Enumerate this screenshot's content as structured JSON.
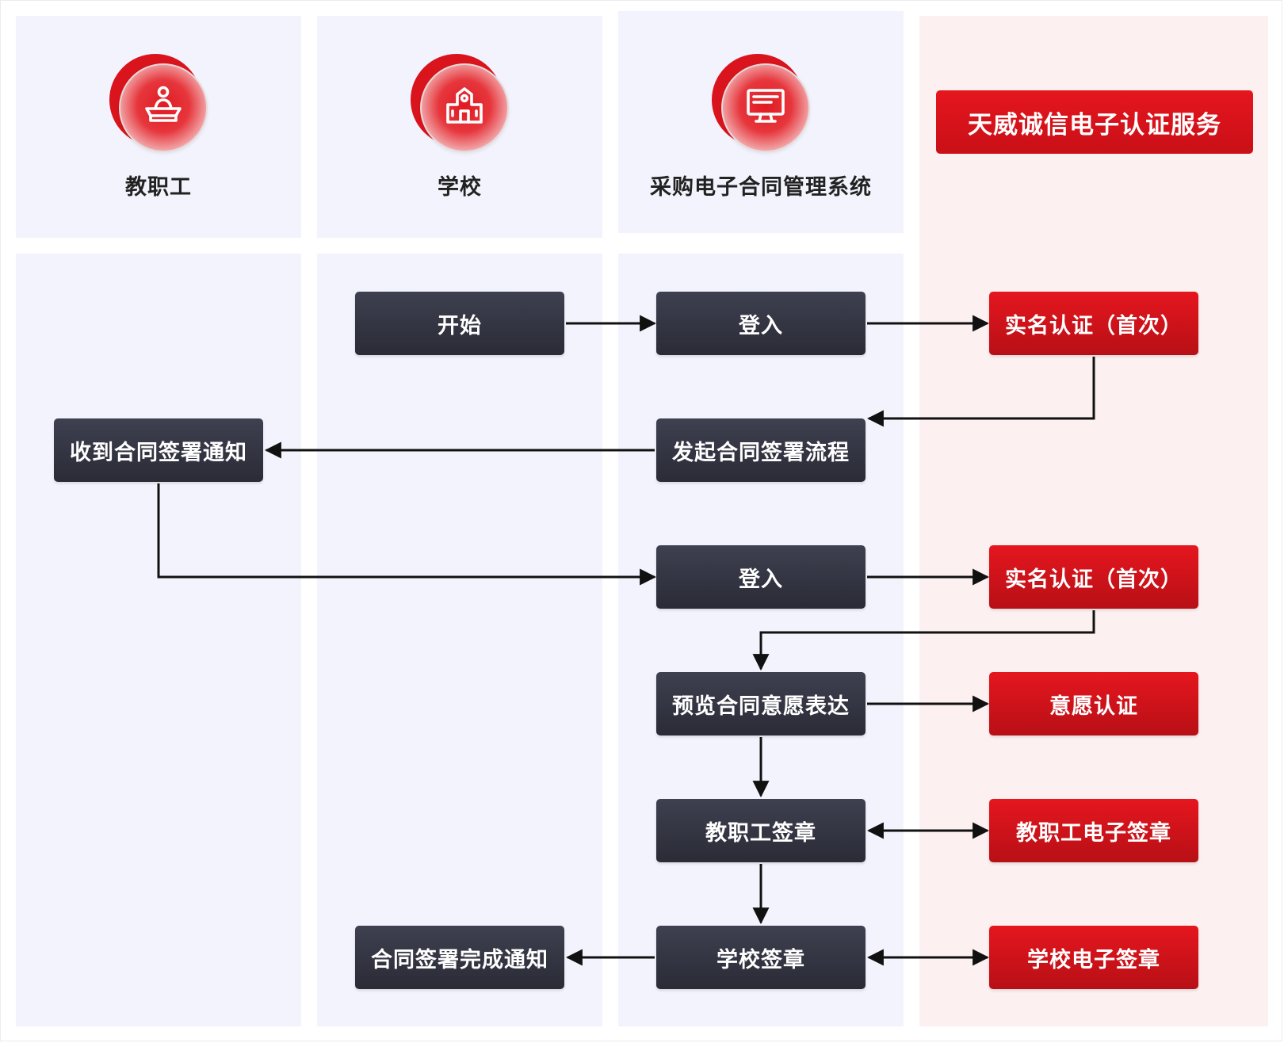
{
  "lanes": [
    {
      "id": "staff",
      "label": "教职工",
      "icon": "teacher-desk-icon"
    },
    {
      "id": "school",
      "label": "学校",
      "icon": "school-building-icon"
    },
    {
      "id": "system",
      "label": "采购电子合同管理系统",
      "icon": "monitor-icon"
    },
    {
      "id": "service",
      "banner": "天威诚信电子认证服务"
    }
  ],
  "nodes": {
    "start": "开始",
    "login_1": "登入",
    "realname_1": "实名认证（首次）",
    "initiate": "发起合同签署流程",
    "notify": "收到合同签署通知",
    "login_2": "登入",
    "realname_2": "实名认证（首次）",
    "preview": "预览合同意愿表达",
    "intent_auth": "意愿认证",
    "staff_sign": "教职工签章",
    "staff_esign": "教职工电子签章",
    "school_sign": "学校签章",
    "school_esign": "学校电子签章",
    "complete": "合同签署完成通知"
  },
  "colors": {
    "accent_red": "#d9141c",
    "node_dark": "#33343f",
    "lane_blue": "#f3f3fd",
    "lane_pink": "#fdf0f0",
    "connector": "#111111"
  }
}
